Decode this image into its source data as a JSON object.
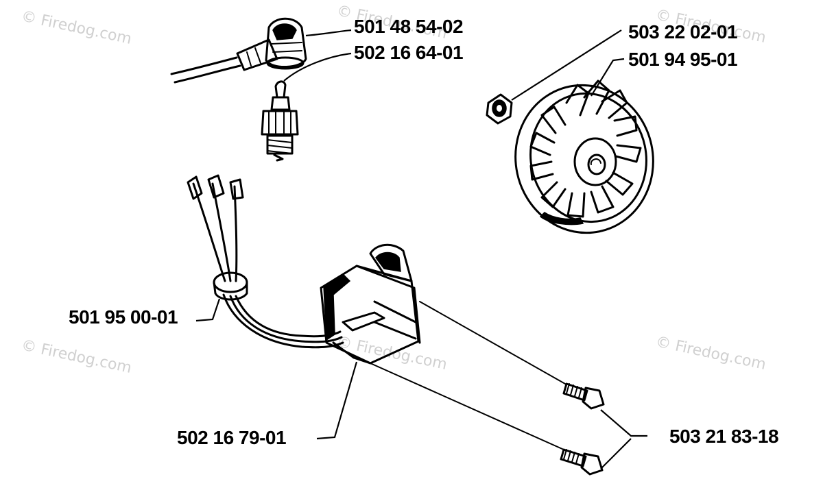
{
  "watermark": "© Firedog.com",
  "parts": {
    "plug_cap": "501 48 54-02",
    "spark_plug": "502 16 64-01",
    "nut": "503 22 02-01",
    "flywheel": "501 94 95-01",
    "grommet": "501 95 00-01",
    "ignition_module": "502 16 79-01",
    "screw": "503 21 83-18"
  }
}
